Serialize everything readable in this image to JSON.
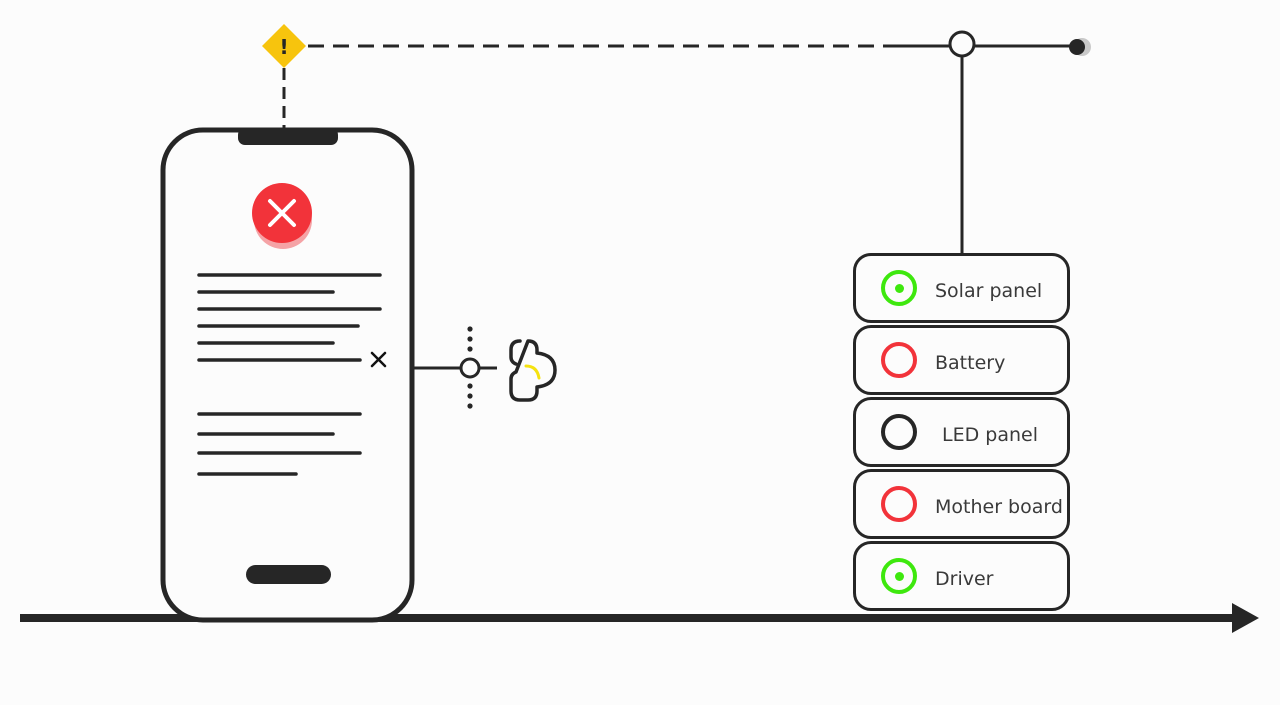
{
  "colors": {
    "ink": "#262626",
    "alert": "#f2333a",
    "alert_shadow": "#f5a3a6",
    "warning": "#f7c40d",
    "ok": "#3ee80e",
    "spark": "#f5e20f"
  },
  "icons": {
    "warning": "warning-diamond-icon",
    "error": "error-circle-icon",
    "dismiss": "close-icon",
    "connector": "plug-icon",
    "timeline": "arrow-right-icon"
  },
  "warning_glyph": "!",
  "error_glyph": "✕",
  "dismiss_glyph": "×",
  "stack": {
    "items": [
      {
        "label": "Solar panel",
        "status": "ok"
      },
      {
        "label": "Battery",
        "status": "fault"
      },
      {
        "label": "LED panel",
        "status": "idle"
      },
      {
        "label": "Mother board",
        "status": "fault"
      },
      {
        "label": "Driver",
        "status": "ok"
      }
    ]
  }
}
